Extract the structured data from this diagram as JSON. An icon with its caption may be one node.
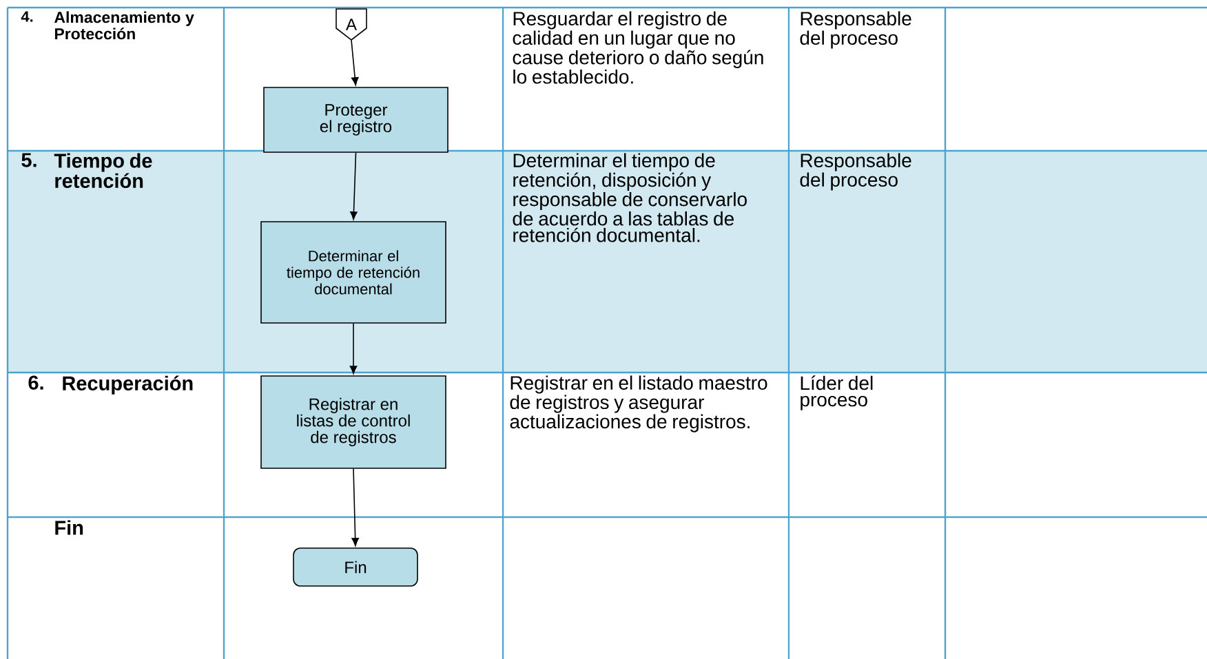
{
  "diagram": {
    "nodes": [
      {
        "text": [
          "A"
        ]
      },
      {
        "text": [
          "Proteger el registro"
        ]
      },
      {
        "text": [
          "Determinar el tiempo de retención documental"
        ]
      },
      {
        "text": [
          "Registrar en listas de control de registros"
        ]
      },
      {
        "text": [
          "Fin"
        ]
      }
    ],
    "edges": [
      {
        "from": 0,
        "to": 1,
        "arrow": "to"
      },
      {
        "from": 1,
        "to": 2,
        "arrow": "to"
      },
      {
        "from": 2,
        "to": 3,
        "arrow": "to"
      },
      {
        "from": 3,
        "to": 4,
        "arrow": "to"
      }
    ],
    "labels": [
      "4.",
      "Almacenamiento y Protección",
      "Resguardar el registro de calidad en un lugar que no cause deterioro o daño según lo establecido.",
      "Responsable del proceso",
      "5.",
      "Tiempo de retención",
      "Determinar el tiempo de retención, disposición y responsable de conservarlo de acuerdo a las tablas de retención documental.",
      "Responsable del proceso",
      "6.",
      "Recuperación",
      "Registrar en el listado maestro de registros y asegurar actualizaciones de registros.",
      "Líder del proceso",
      "Fin"
    ]
  }
}
